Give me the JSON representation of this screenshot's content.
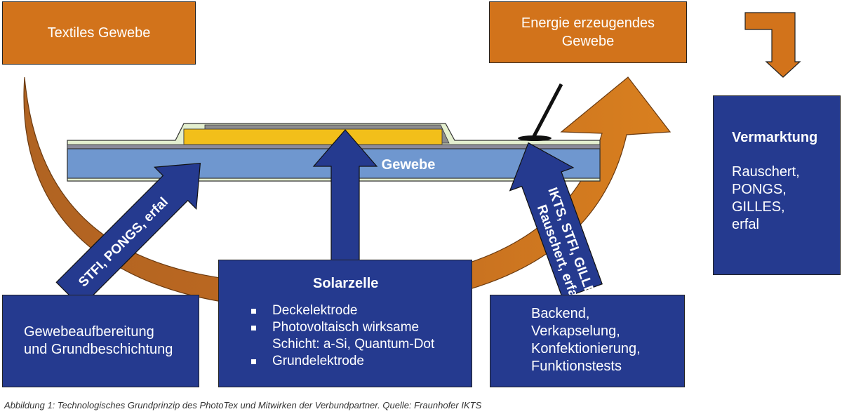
{
  "boxes": {
    "textile": "Textiles Gewebe",
    "energy_line1": "Energie erzeugendes",
    "energy_line2": "Gewebe",
    "marketing_title": "Vermarktung",
    "marketing_items": [
      "Rauschert,",
      "PONGS,",
      "GILLES,",
      "erfal"
    ],
    "prep_line1": "Gewebeaufbereitung",
    "prep_line2": "und Grundbeschichtung",
    "solar_title": "Solarzelle",
    "solar_items": [
      "Deckelektrode",
      "Photovoltaisch wirksame Schicht: a-Si, Quantum-Dot",
      "Grundelektrode"
    ],
    "backend_items": [
      "Backend,",
      "Verkapselung,",
      "Konfektionierung,",
      "Funktionstests"
    ]
  },
  "layers": {
    "fabric_label": "Gewebe"
  },
  "arrows": {
    "left_line1": "STFI, PONGS, erfal",
    "right_line1": "IKTS, STFI, GILLES,",
    "right_line2": "Rauschert, erfal"
  },
  "caption": "Abbildung 1: Technologisches Grundprinzip des PhotoTex und Mitwirken der Verbundpartner. Quelle: Fraunhofer IKTS",
  "colors": {
    "orange": "#d2731b",
    "blue_box": "#253a8f",
    "fabric_blue": "#6f97cf",
    "solar_yellow": "#f2bf1a"
  }
}
